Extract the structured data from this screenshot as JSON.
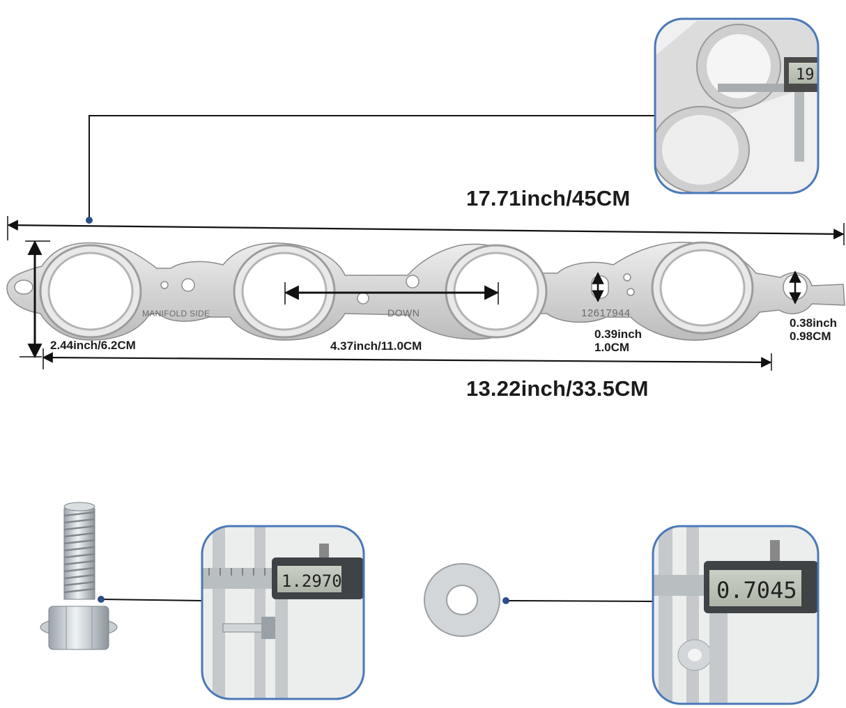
{
  "dimensions": {
    "overall_length": "17.71inch/45CM",
    "height": "2.44inch/6.2CM",
    "port_spacing": "4.37inch/11.0CM",
    "bolt_hole": {
      "line1": "0.39inch",
      "line2": "1.0CM"
    },
    "tab_hole": {
      "line1": "0.38inch",
      "line2": "0.98CM"
    },
    "port_span": "13.22inch/33.5CM"
  },
  "gasket_markings": {
    "side": "MANIFOLD SIDE",
    "direction": "DOWN",
    "part_number": "12617944"
  },
  "caliper_readouts": {
    "gasket_thickness": "19",
    "bolt_length": "1.2970",
    "washer_thickness": "0.7045"
  },
  "colors": {
    "callout_border": "#4a78b8",
    "dot": "#2d4f86",
    "line": "#111111",
    "gasket": "#d8d8d8"
  },
  "icons": [
    "bolt-icon",
    "washer-icon",
    "caliper-icon"
  ]
}
